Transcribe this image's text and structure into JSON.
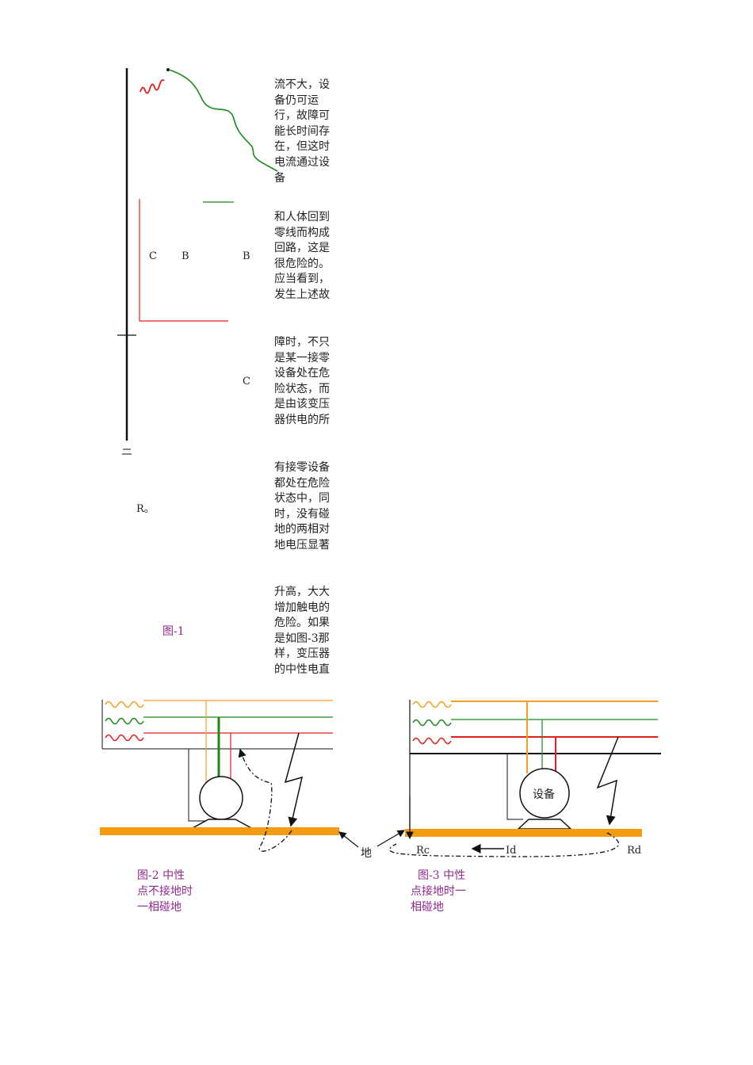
{
  "text_column": [
    [
      "流不大，设",
      "备仍可运",
      "行，故障可",
      "能长时间存",
      "在，但这时",
      "电流通过设",
      "备"
    ],
    [
      "和人体回到",
      "零线而构成",
      "回路，这是",
      "很危险的。",
      "应当看到，",
      "发生上述故"
    ],
    [
      "障时，不只",
      "是某一接零",
      "设备处在危",
      "险状态，而",
      "是由该变压",
      "器供电的所"
    ],
    [
      "有接零设备",
      "都处在危险",
      "状态中，同",
      "时，没有碰",
      "地的两相对",
      "地电压显著"
    ],
    [
      "升高，大大",
      "增加触电的",
      "危险。如果",
      "是如图-3那",
      "样，变压器",
      "的中性电直"
    ]
  ],
  "figure1": {
    "label_c1": "C",
    "label_b1": "B",
    "label_b2": "B",
    "label_c2": "C",
    "label_r": "R。",
    "caption": "图-1"
  },
  "figure2": {
    "caption": [
      "图-2  中性",
      "点不接地时",
      "一相碰地"
    ],
    "colors": {
      "phase_yellow": "#f0a020",
      "phase_green": "#1a8a1a",
      "phase_red": "#e02020",
      "ground_bar": "#f39c12"
    }
  },
  "figure3": {
    "label_device": "设备",
    "label_rc": "Rc",
    "label_id": "Id",
    "label_rd": "Rd",
    "caption": [
      "图-3 中性",
      "点接地时一",
      "相碰地"
    ]
  },
  "shared": {
    "label_ground": "地"
  }
}
